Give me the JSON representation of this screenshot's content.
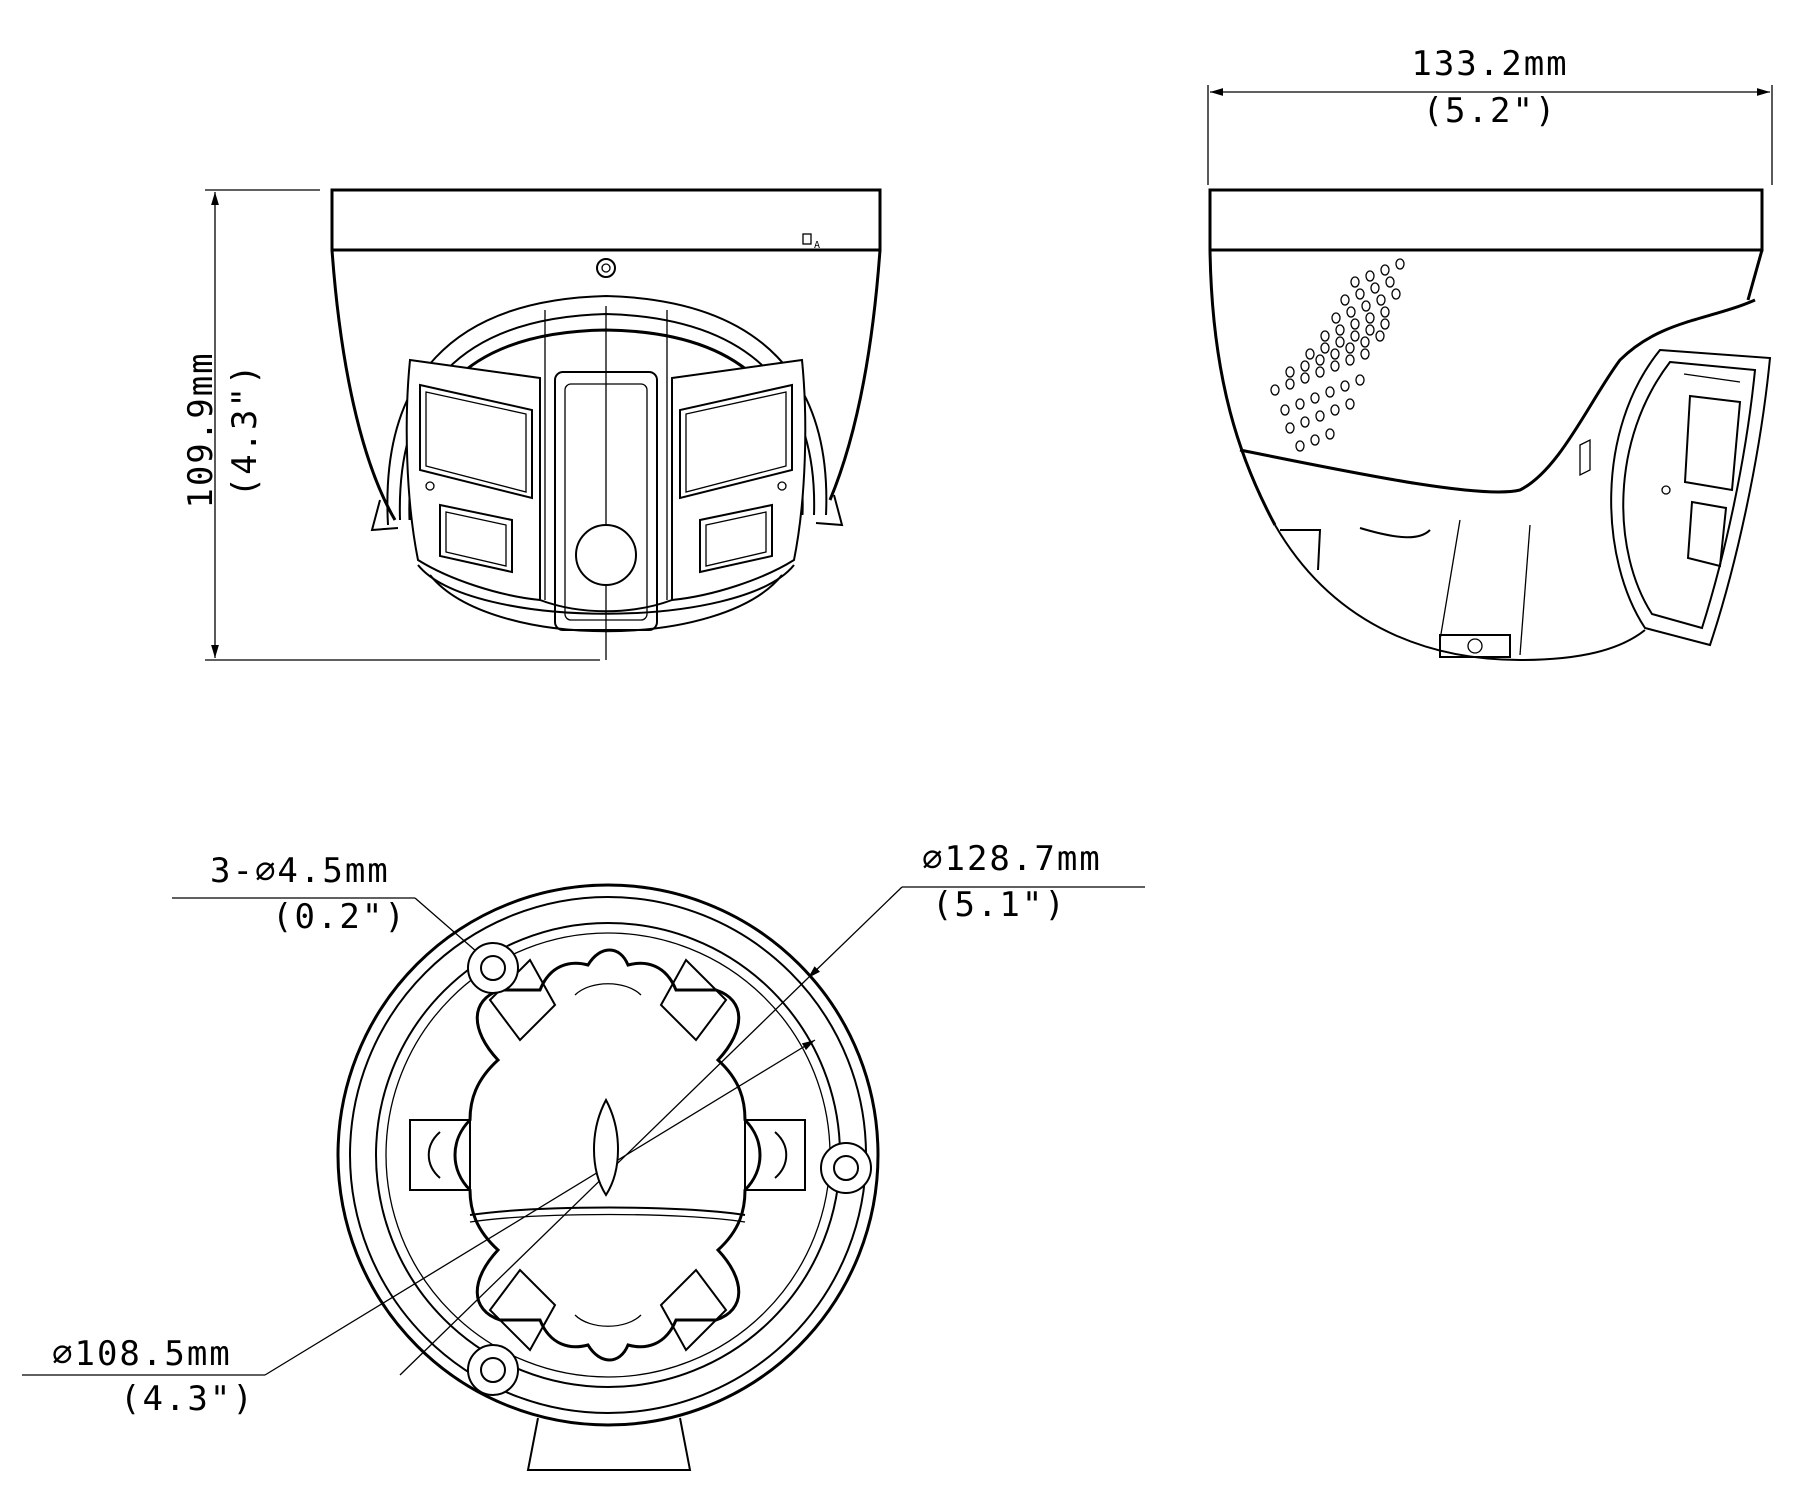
{
  "colors": {
    "line": "#000000",
    "background": "#ffffff"
  },
  "front_view": {
    "height_dimension": {
      "metric": "109.9mm",
      "imperial": "(4.3\")"
    }
  },
  "side_view": {
    "width_dimension": {
      "metric": "133.2mm",
      "imperial": "(5.2\")"
    }
  },
  "bottom_view": {
    "hole_dimension": {
      "metric": "3-∅4.5mm",
      "imperial": "(0.2\")"
    },
    "outer_diameter": {
      "metric": "∅128.7mm",
      "imperial": "(5.1\")"
    },
    "inner_diameter": {
      "metric": "∅108.5mm",
      "imperial": "(4.3\")"
    }
  }
}
